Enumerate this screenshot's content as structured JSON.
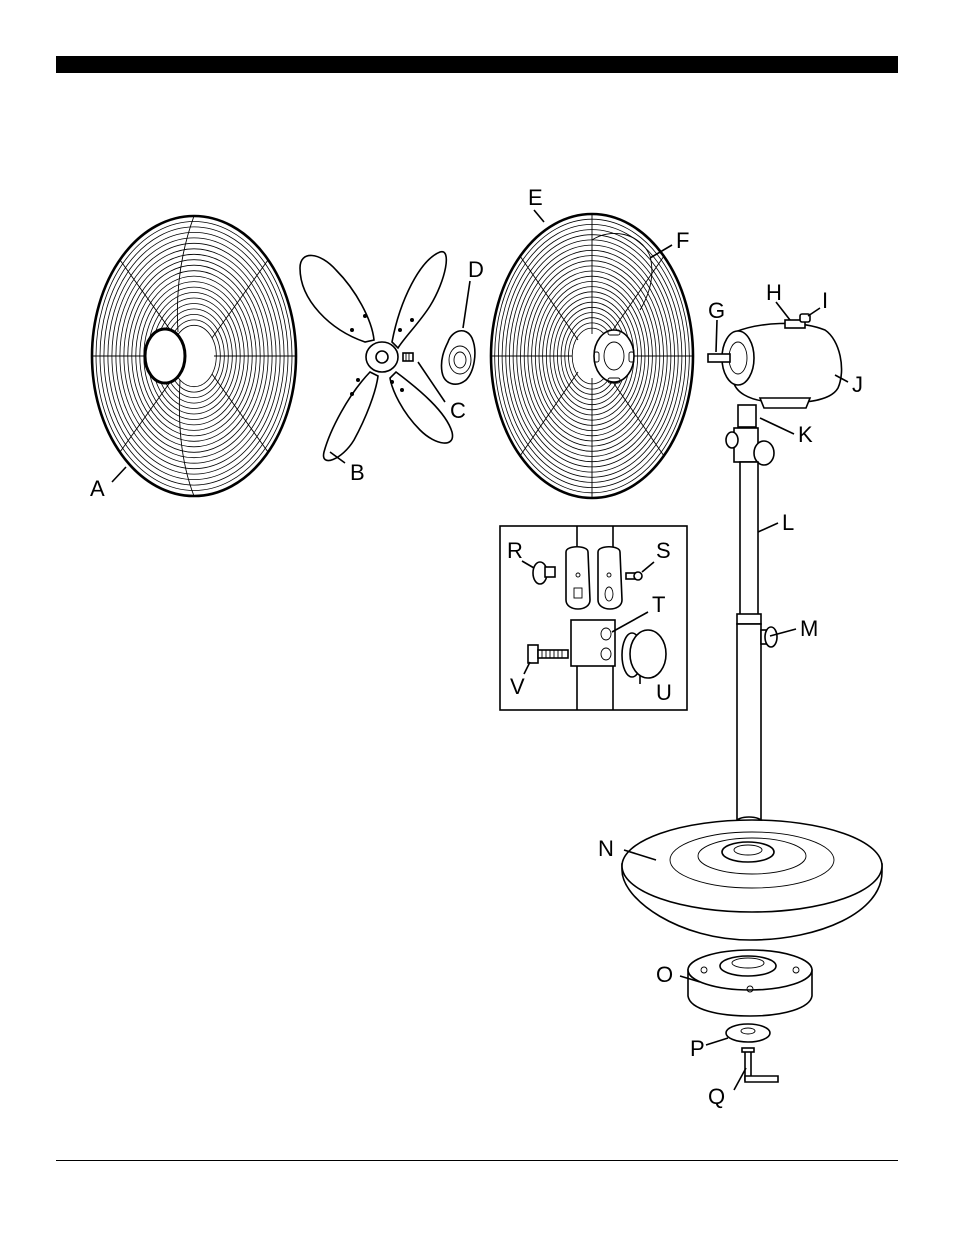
{
  "labels": {
    "A": "A",
    "B": "B",
    "C": "C",
    "D": "D",
    "E": "E",
    "F": "F",
    "G": "G",
    "H": "H",
    "I": "I",
    "J": "J",
    "K": "K",
    "L": "L",
    "M": "M",
    "N": "N",
    "O": "O",
    "P": "P",
    "Q": "Q",
    "R": "R",
    "S": "S",
    "T": "T",
    "U": "U",
    "V": "V"
  },
  "colors": {
    "ink": "#000000",
    "paper": "#ffffff",
    "inset_tint": "#f4f4f4"
  }
}
